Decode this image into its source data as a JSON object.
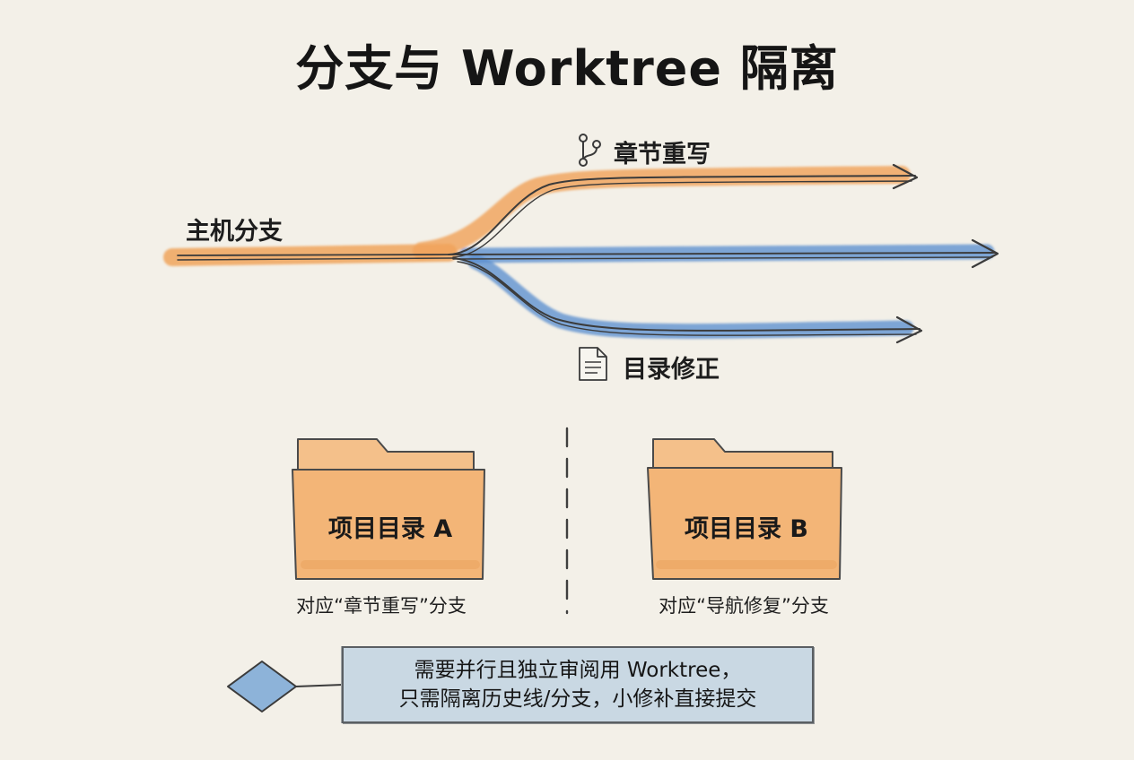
{
  "title": "分支与 Worktree 隔离",
  "branches": {
    "main_label": "主机分支",
    "top_label": "章节重写",
    "bottom_label": "目录修正",
    "top_icon": "git-branch-icon",
    "bottom_icon": "document-icon"
  },
  "folders": [
    {
      "label": "项目目录 A",
      "caption": "对应“章节重写”分支"
    },
    {
      "label": "项目目录 B",
      "caption": "对应“导航修复”分支"
    }
  ],
  "note": {
    "line1": "需要并行且独立审阅用 Worktree，",
    "line2": "只需隔离历史线/分支，小修补直接提交"
  },
  "colors": {
    "background": "#f3f0e8",
    "orange": "#f0a45c",
    "blue": "#5b8fcf",
    "folder": "#f3b577",
    "note_fill": "#c9d8e3",
    "diamond": "#8db3d9",
    "line": "#3a3a3a"
  }
}
